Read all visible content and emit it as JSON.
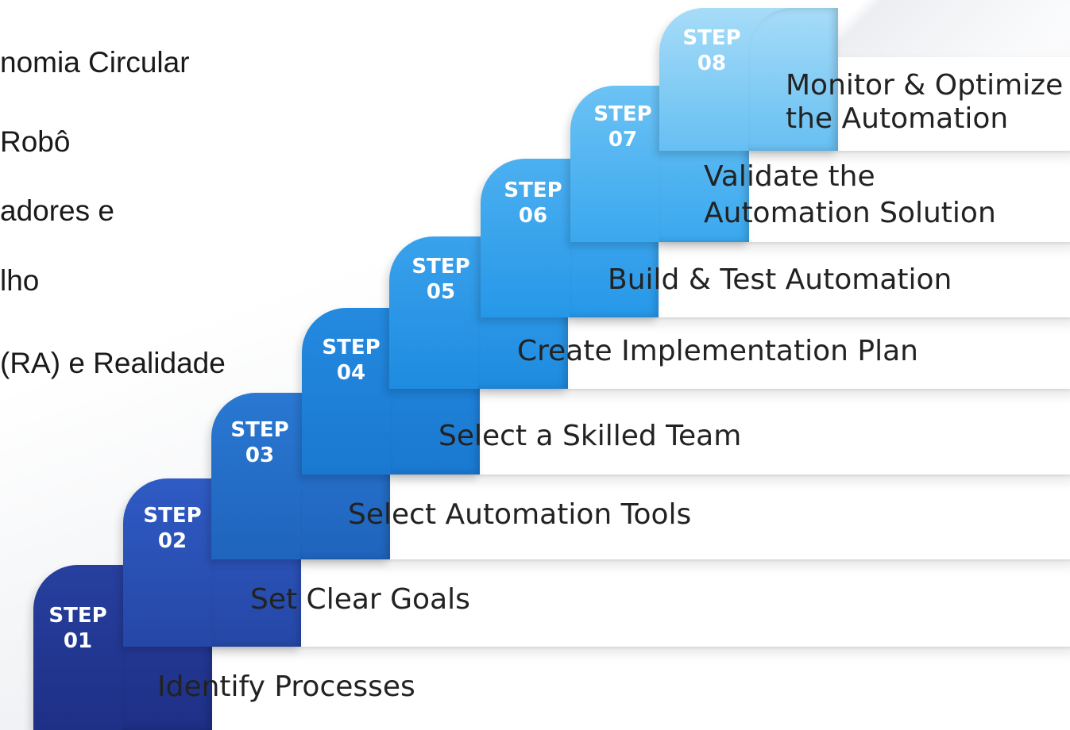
{
  "side_text": [
    "nomia Circular",
    "Robô",
    "adores e",
    "lho",
    "(RA) e Realidade"
  ],
  "steps": [
    {
      "word": "STEP",
      "number": "01",
      "title": "Identify Processes",
      "color_dark": "#1e2f86",
      "color_light": "#27409f"
    },
    {
      "word": "STEP",
      "number": "02",
      "title": "Set Clear Goals",
      "color_dark": "#2547a6",
      "color_light": "#2f5bc4"
    },
    {
      "word": "STEP",
      "number": "03",
      "title": "Select Automation Tools",
      "color_dark": "#1f64bd",
      "color_light": "#2a78d2"
    },
    {
      "word": "STEP",
      "number": "04",
      "title": "Select a Skilled Team",
      "color_dark": "#1a78d0",
      "color_light": "#248ae0"
    },
    {
      "word": "STEP",
      "number": "05",
      "title": "Create Implementation Plan",
      "color_dark": "#1e8be0",
      "color_light": "#3aa2ec"
    },
    {
      "word": "STEP",
      "number": "06",
      "title": "Build & Test Automation",
      "color_dark": "#2697e8",
      "color_light": "#4cb0f0"
    },
    {
      "word": "STEP",
      "number": "07",
      "title": "Validate the\nAutomation Solution",
      "color_dark": "#3aa8ee",
      "color_light": "#6cc2f4"
    },
    {
      "word": "STEP",
      "number": "08",
      "title": "Monitor & Optimize\nthe Automation",
      "color_dark": "#66bff2",
      "color_light": "#a7dcf8"
    }
  ]
}
